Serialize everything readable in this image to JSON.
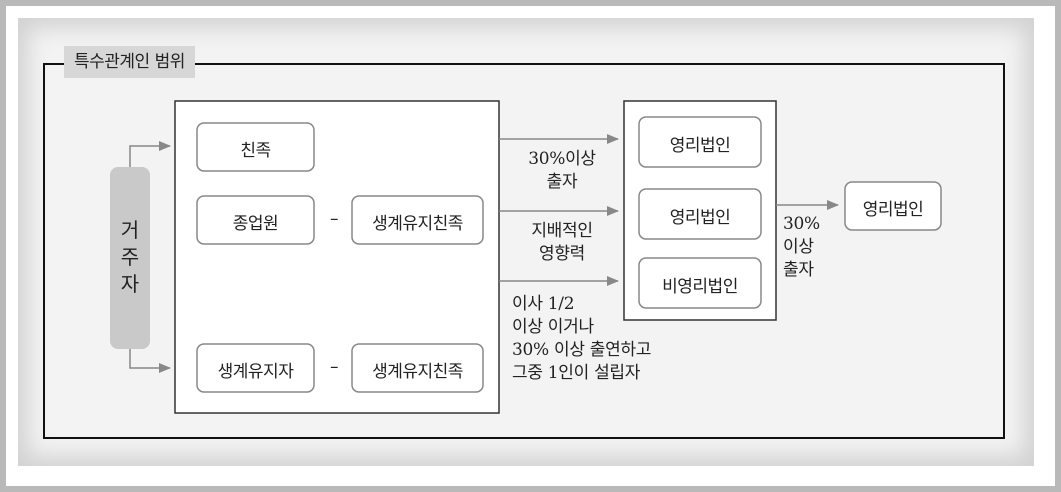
{
  "title": "특수관계인 범위",
  "resident": "거주자",
  "left_group": {
    "relatives": "친족",
    "employee": "종업원",
    "dash1": "–",
    "dependent_relatives_1": "생계유지친족",
    "dependent": "생계유지자",
    "dash2": "–",
    "dependent_relatives_2": "생계유지친족"
  },
  "connectors": {
    "investment_line1": "30%이상",
    "investment_line2": "출자",
    "control_line1": "지배적인",
    "control_line2": "영향력",
    "director_line1": "이사 1/2",
    "director_line2": "이상 이거나",
    "director_line3": "30% 이상 출연하고",
    "director_line4": "그중 1인이 설립자"
  },
  "middle_group": {
    "corp1": "영리법인",
    "corp2": "영리법인",
    "nonprofit": "비영리법인"
  },
  "right_connector": {
    "line1": "30%",
    "line2": "이상",
    "line3": "출자"
  },
  "right_box": "영리법인"
}
